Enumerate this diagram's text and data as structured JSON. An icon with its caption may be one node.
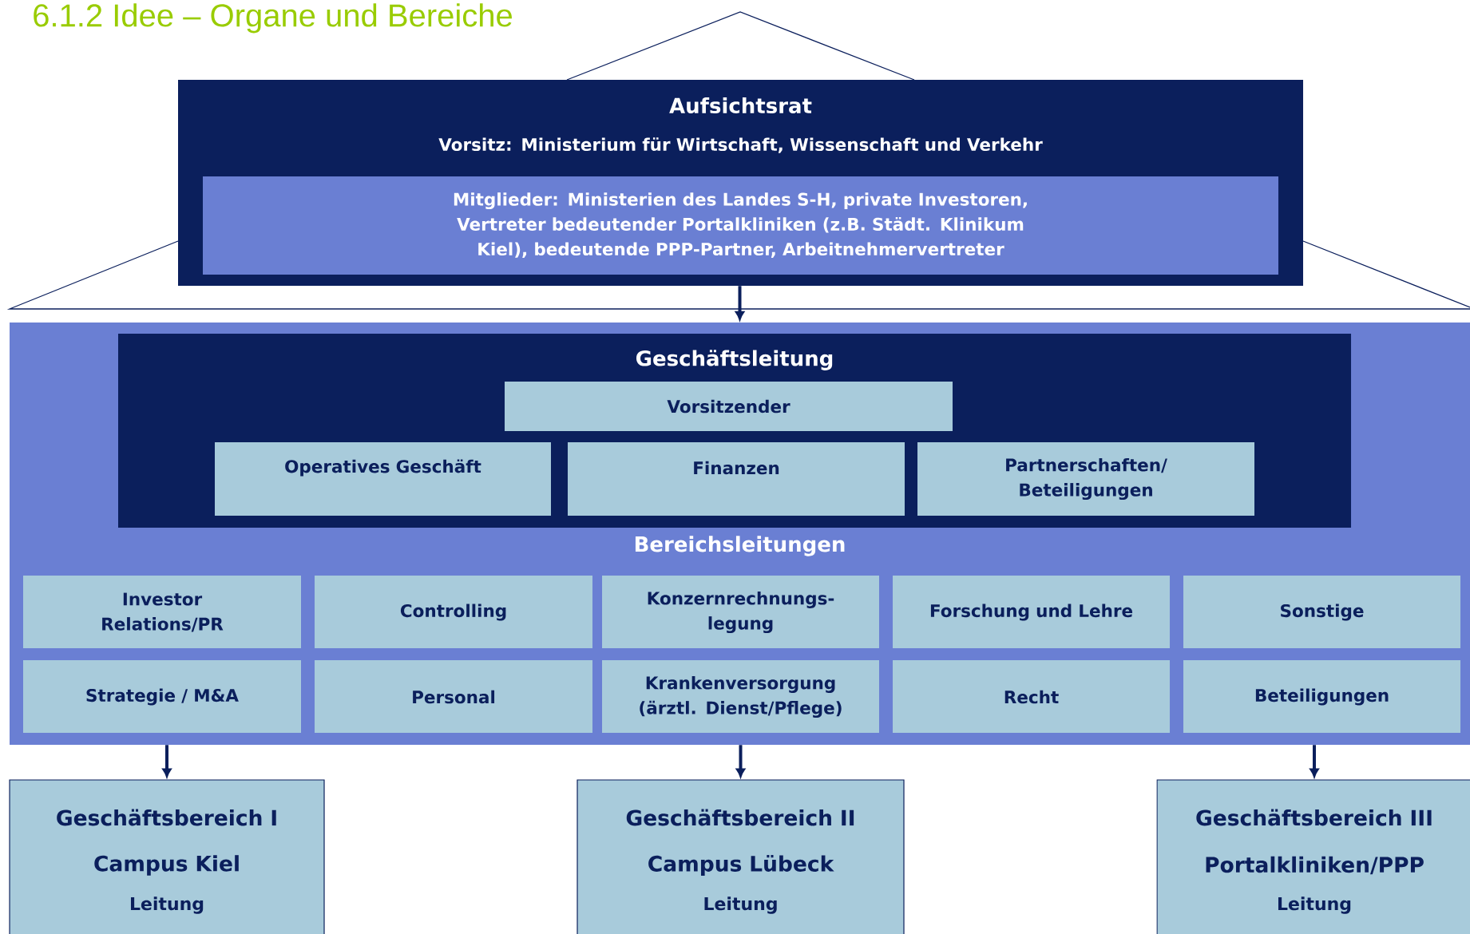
{
  "diagram": {
    "title": "6.1.2 Idee – Organe und Bereiche",
    "nodes": [
      {
        "text": [
          "Aufsichtsrat",
          "Vorsitz: Ministerium für Wirtschaft, Wissenschaft und Verkehr"
        ]
      },
      {
        "text": [
          "Mitglieder: Ministerien des Landes S-H, private Investoren, Vertreter bedeutender Portalkliniken (z.B. Städt. Klinikum Kiel), bedeutende PPP-Partner, Arbeitnehmervertreter"
        ],
        "in": 0
      },
      {
        "text": [
          "Bereichsleitungen"
        ]
      },
      {
        "text": [
          "Geschäftsleitung"
        ],
        "in": 2
      },
      {
        "text": [
          "Vorsitzender"
        ],
        "in": 3
      },
      {
        "text": [
          "Operatives Geschäft"
        ],
        "in": 3
      },
      {
        "text": [
          "Finanzen"
        ],
        "in": 3
      },
      {
        "text": [
          "Partnerschaften/ Beteiligungen"
        ],
        "in": 3
      },
      {
        "text": [
          "Investor Relations/PR"
        ],
        "in": 2
      },
      {
        "text": [
          "Controlling"
        ],
        "in": 2
      },
      {
        "text": [
          "Konzernrechnungs- legung"
        ],
        "in": 2
      },
      {
        "text": [
          "Forschung und Lehre"
        ],
        "in": 2
      },
      {
        "text": [
          "Sonstige"
        ],
        "in": 2
      },
      {
        "text": [
          "Strategie / M&A"
        ],
        "in": 2
      },
      {
        "text": [
          "Personal"
        ],
        "in": 2
      },
      {
        "text": [
          "Krankenversorgung (ärztl. Dienst/Pflege)"
        ],
        "in": 2
      },
      {
        "text": [
          "Recht"
        ],
        "in": 2
      },
      {
        "text": [
          "Beteiligungen"
        ],
        "in": 2
      },
      {
        "text": [
          "Geschäftsbereich I",
          "Campus Kiel",
          "Leitung"
        ]
      },
      {
        "text": [
          "Geschäftsbereich II",
          "Campus Lübeck",
          "Leitung"
        ]
      },
      {
        "text": [
          "Geschäftsbereich III",
          "Portalkliniken/PPP",
          "Leitung"
        ]
      }
    ],
    "edges": [
      {
        "from": 0,
        "to": 2,
        "arrow": "to"
      },
      {
        "from": 2,
        "to": 18,
        "arrow": "to"
      },
      {
        "from": 2,
        "to": 19,
        "arrow": "to"
      },
      {
        "from": 2,
        "to": 20,
        "arrow": "to"
      }
    ]
  }
}
